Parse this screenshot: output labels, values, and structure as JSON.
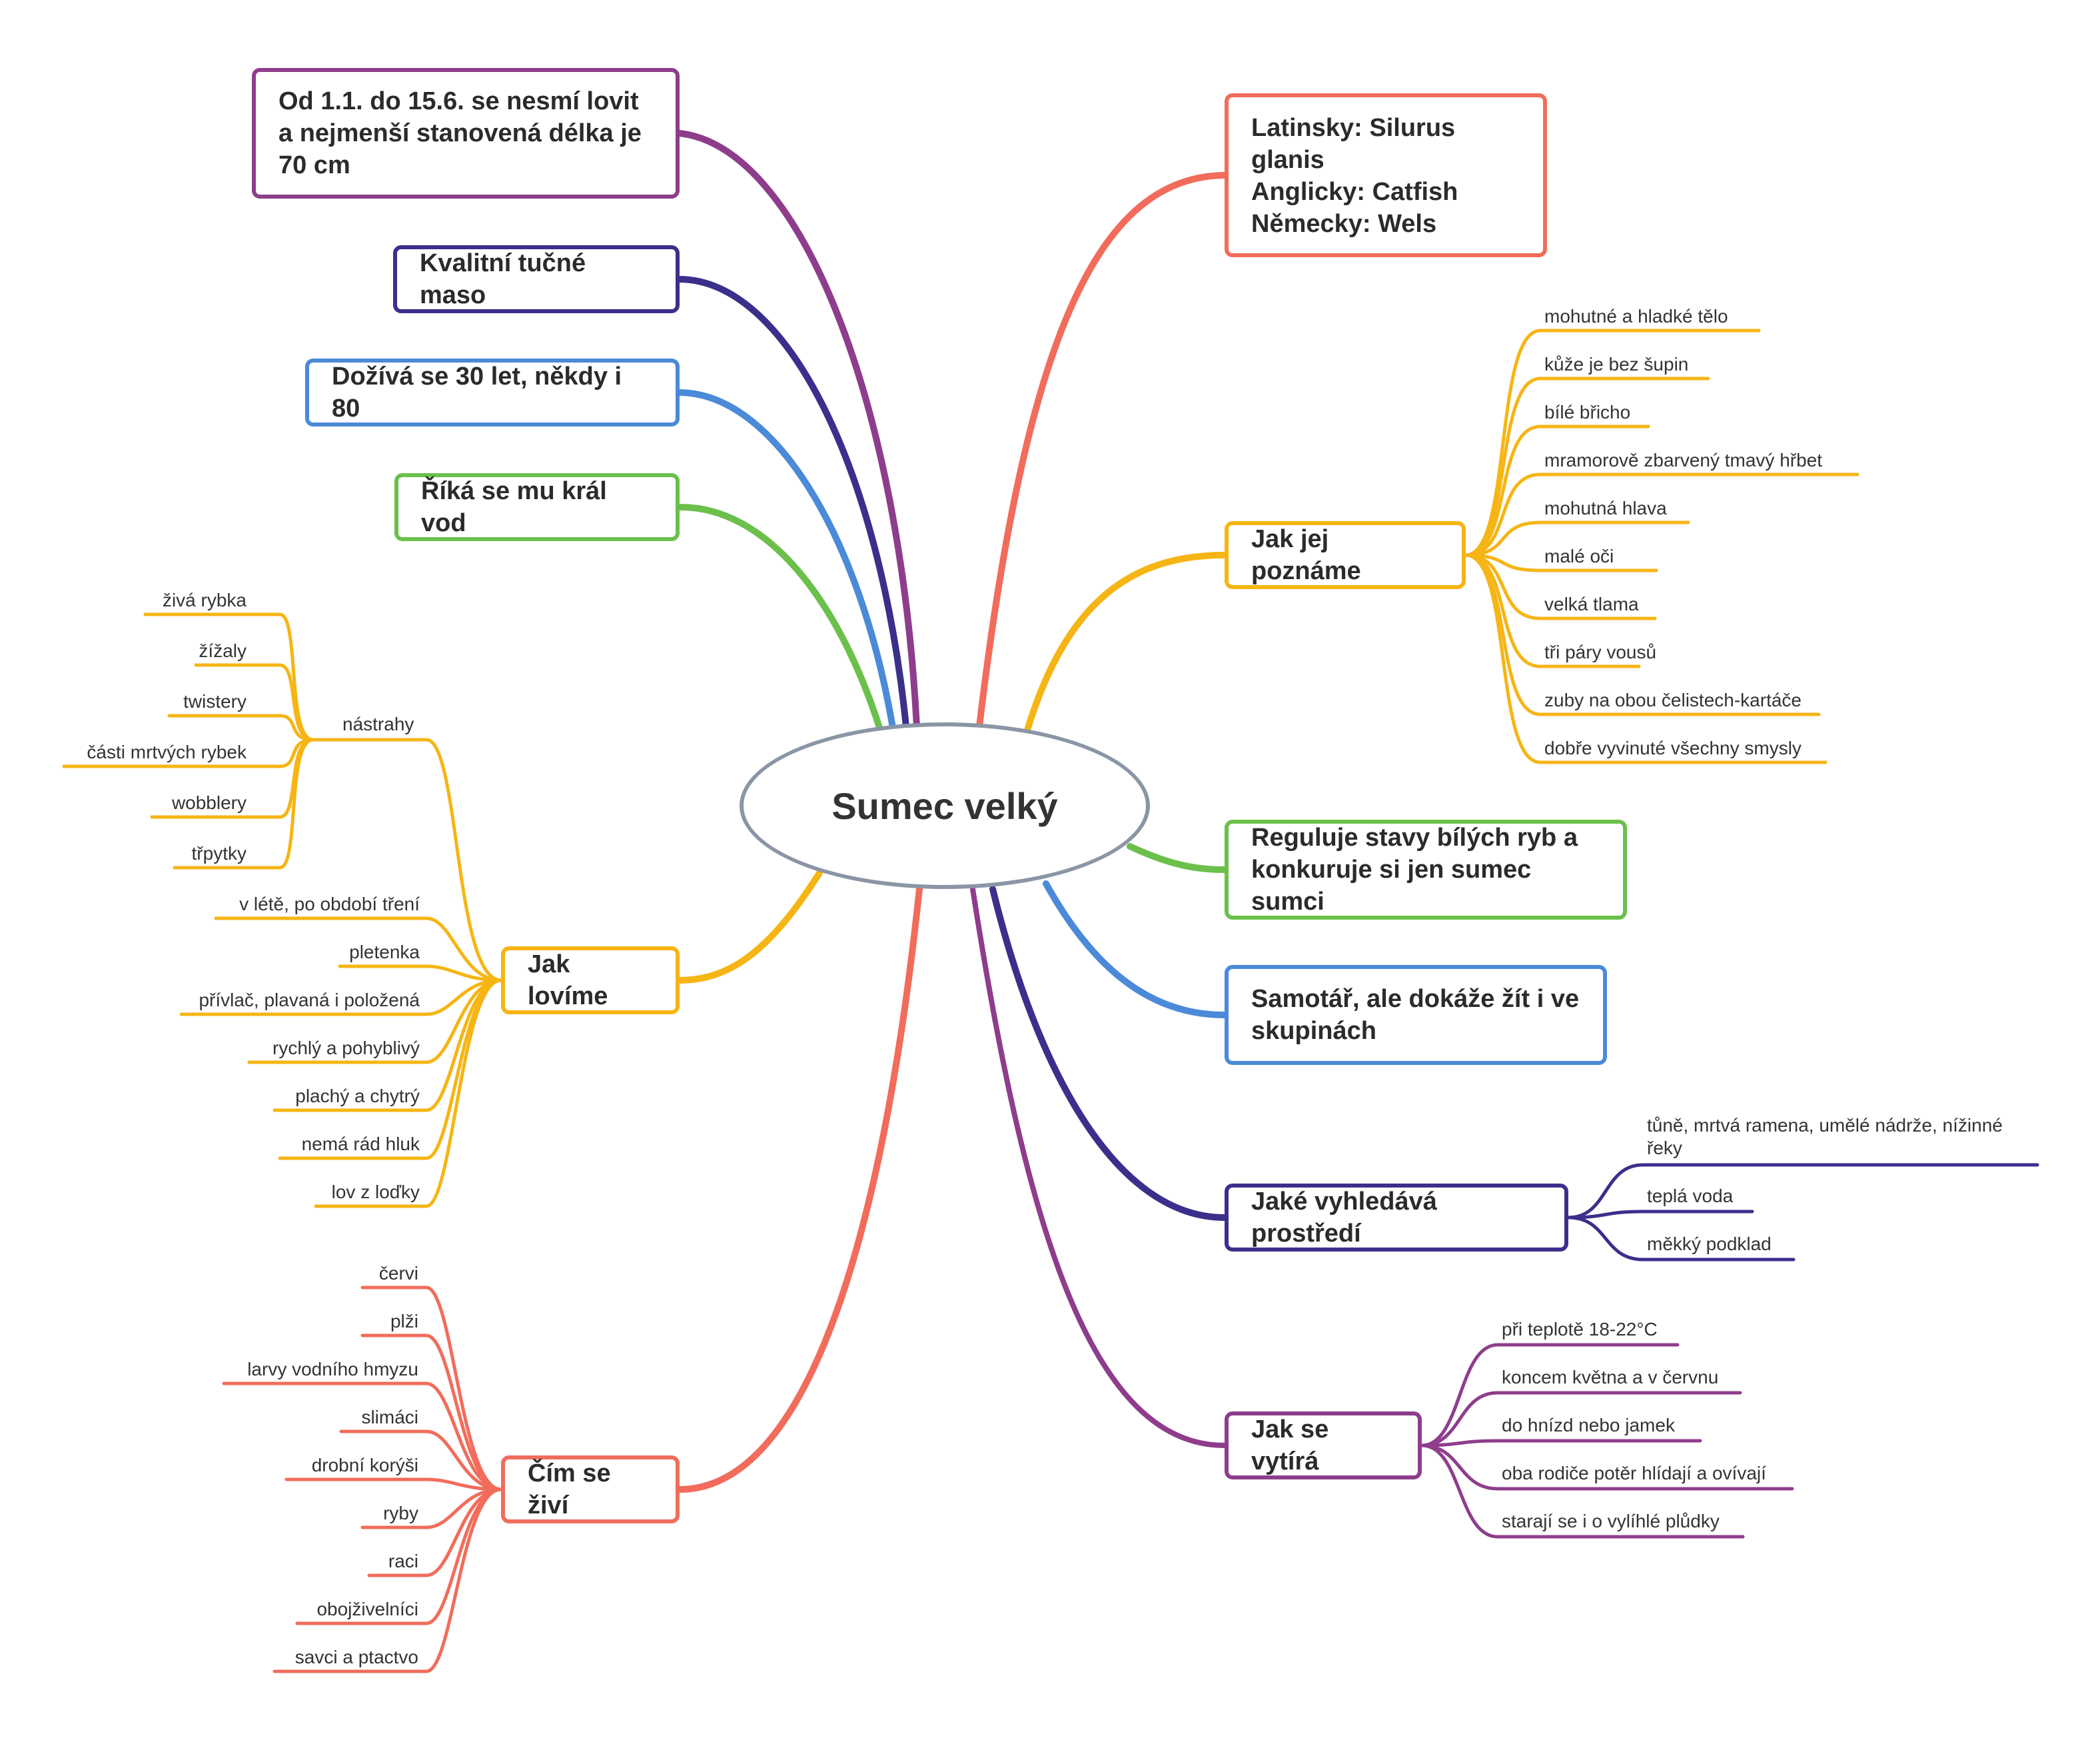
{
  "center": {
    "label": "Sumec velký"
  },
  "left_topics": [
    {
      "label": "Od 1.1. do 15.6. se nesmí lovit a nejmenší stanovená délka je 70 cm",
      "color": "#8e3d8c"
    },
    {
      "label": "Kvalitní tučné maso",
      "color": "#3b2f8c"
    },
    {
      "label": "Dožívá se 30 let, někdy i 80",
      "color": "#4a8ad8"
    },
    {
      "label": "Říká se mu král vod",
      "color": "#6bc04b"
    }
  ],
  "jak_lovime": {
    "label": "Jak lovíme",
    "color": "#f6b514",
    "nastrahy": {
      "label": "nástrahy",
      "items": [
        "živá rybka",
        "žížaly",
        "twistery",
        "části mrtvých rybek",
        "wobblery",
        "třpytky"
      ]
    },
    "items": [
      "v létě, po období tření",
      "pletenka",
      "přívlač, plavaná i položená",
      "rychlý a pohyblivý",
      "plachý a chytrý",
      "nemá rád hluk",
      "lov z loďky"
    ]
  },
  "cim_se_zivi": {
    "label": "Čím se živí",
    "color": "#f26c5b",
    "items": [
      "červi",
      "plži",
      "larvy vodního hmyzu",
      "slimáci",
      "drobní korýši",
      "ryby",
      "raci",
      "obojživelníci",
      "savci a ptactvo"
    ]
  },
  "names": {
    "label": "Latinsky: Silurus glanis\nAnglicky: Catfish\nNěmecky: Wels",
    "color": "#f26c5b"
  },
  "jak_jej_pozname": {
    "label": "Jak jej poznáme",
    "color": "#f6b514",
    "items": [
      "mohutné a hladké tělo",
      "kůže je bez šupin",
      "bílé břicho",
      "mramorově zbarvený tmavý hřbet",
      "mohutná hlava",
      "malé oči",
      "velká tlama",
      "tři páry vousů",
      "zuby na obou čelistech-kartáče",
      "dobře vyvinuté všechny smysly"
    ]
  },
  "reguluje": {
    "label": "Reguluje stavy bílých ryb a konkuruje si jen sumec sumci",
    "color": "#6bc04b"
  },
  "samotar": {
    "label": "Samotář, ale dokáže žít i ve skupinách",
    "color": "#4a8ad8"
  },
  "prostredi": {
    "label": "Jaké vyhledává prostředí",
    "color": "#3b2f8c",
    "items": [
      "tůně, mrtvá ramena, umělé nádrže, nížinné řeky",
      "teplá voda",
      "měkký podklad"
    ]
  },
  "vytira": {
    "label": "Jak se vytírá",
    "color": "#8e3d8c",
    "items": [
      "při teplotě 18-22°C",
      "koncem května a v červnu",
      "do hnízd nebo jamek",
      "oba rodiče potěr hlídají a ovívají",
      "starají se i o vylíhlé plůdky"
    ]
  }
}
